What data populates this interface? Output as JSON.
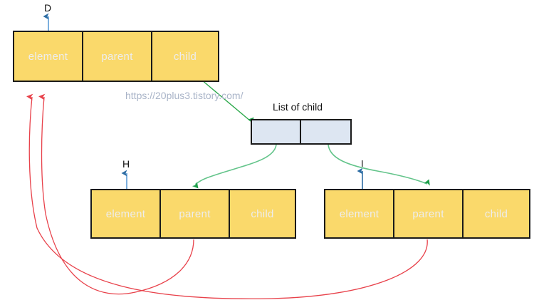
{
  "diagram": {
    "title_watermark": "https://20plus3.tistory.com/",
    "colors": {
      "node_fill": "#FAD96B",
      "node_border": "#1A1A1A",
      "node_text": "#EDEDED",
      "list_fill": "#DDE6F2",
      "green_arrow": "#2BA84A",
      "green_curve": "#63C48A",
      "red_arrow": "#E8414A",
      "blue_arrow": "#2E6DA4",
      "watermark_text": "#A9B4C8"
    },
    "cell_labels": {
      "element": "element",
      "parent": "parent",
      "child": "child"
    },
    "nodes": [
      {
        "id": "node-d",
        "pointer_label": "D",
        "cells": [
          "element",
          "parent",
          "child"
        ]
      },
      {
        "id": "node-h",
        "pointer_label": "H",
        "cells": [
          "element",
          "parent",
          "child"
        ]
      },
      {
        "id": "node-i",
        "pointer_label": "I",
        "cells": [
          "element",
          "parent",
          "child"
        ]
      }
    ],
    "list_node": {
      "id": "list-of-child",
      "caption": "List of child",
      "cells": [
        "",
        ""
      ]
    }
  }
}
